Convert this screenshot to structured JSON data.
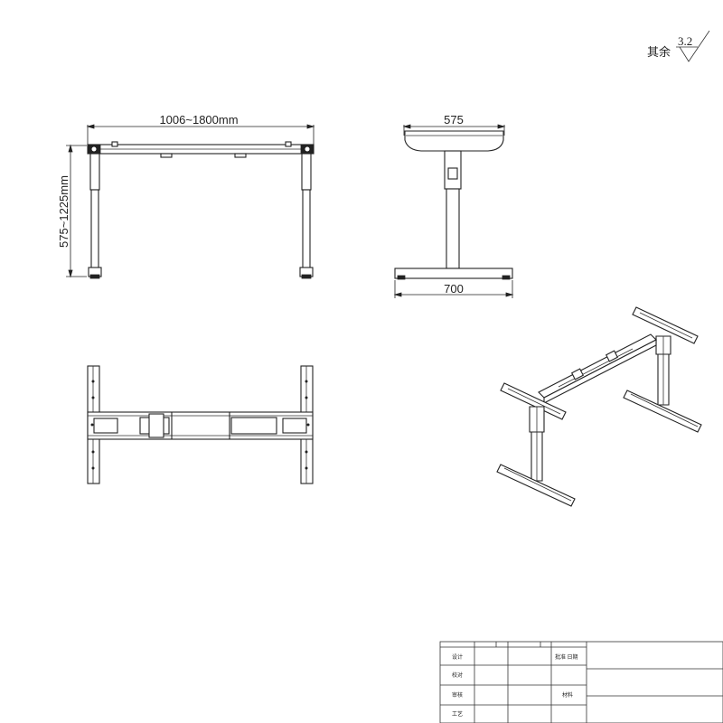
{
  "surface_note": {
    "prefix": "其余",
    "value": "3.2"
  },
  "dimensions": {
    "front_width": "1006~1800mm",
    "front_height": "575~1225mm",
    "side_top": "575",
    "side_base": "700"
  },
  "title_block": {
    "design": "设计",
    "check": "校对",
    "review": "审核",
    "process": "工艺",
    "approve_date": "批准 日期",
    "material": "材料"
  }
}
